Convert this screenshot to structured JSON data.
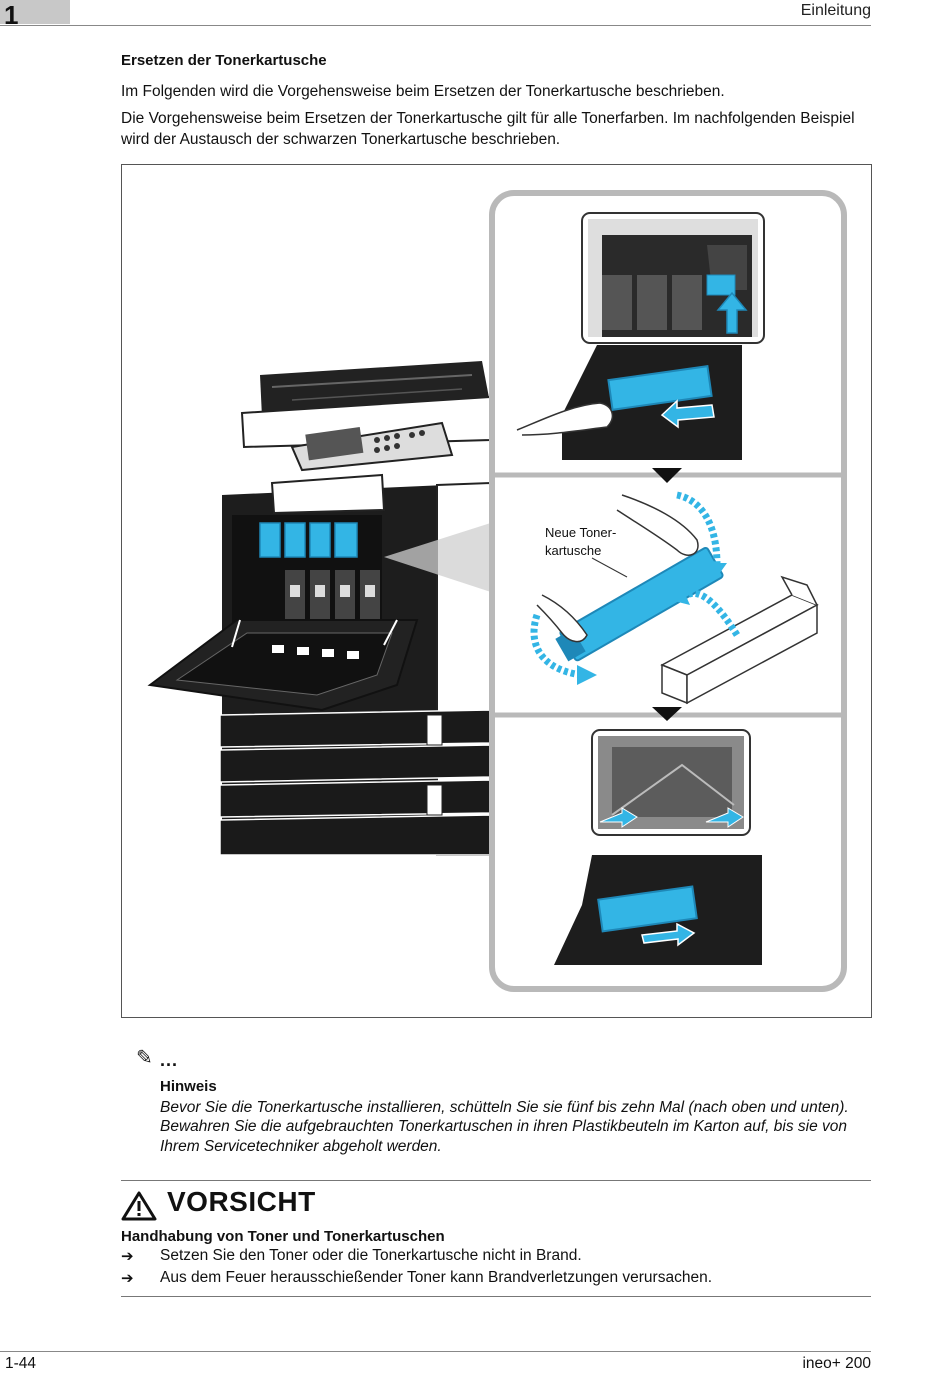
{
  "header": {
    "chapter_number": "1",
    "title": "Einleitung"
  },
  "section": {
    "title": "Ersetzen der Tonerkartusche",
    "paragraphs": [
      "Im Folgenden wird die Vorgehensweise beim Ersetzen der Tonerkartusche beschrieben.",
      "Die Vorgehensweise beim Ersetzen der Tonerkartusche gilt für alle Tonerfarben. Im nachfolgenden Beispiel wird der Austausch der schwarzen Tonerkartusche beschrieben."
    ]
  },
  "figure": {
    "callout_line1": "Neue Toner-",
    "callout_line2": "kartusche",
    "colors": {
      "toner": "#33b5e5",
      "toner_dark": "#1e88b8",
      "machine": "#1e1e1e",
      "frame": "#b9b9b9"
    }
  },
  "hint": {
    "icon": "pencil-icon",
    "dots": "...",
    "title": "Hinweis",
    "lines": [
      "Bevor Sie die Tonerkartusche installieren, schütteln Sie sie fünf bis zehn Mal (nach oben und unten).",
      "Bewahren Sie die aufgebrauchten Tonerkartuschen in ihren Plastikbeuteln im Karton auf, bis sie von Ihrem Servicetechniker abgeholt werden."
    ]
  },
  "caution": {
    "icon": "warning-triangle-icon",
    "title": "VORSICHT",
    "subtitle": "Handhabung von Toner und Tonerkartuschen",
    "bullet_symbol": "➔",
    "items": [
      "Setzen Sie den Toner oder die Tonerkartusche nicht in Brand.",
      "Aus dem Feuer herausschießender Toner kann Brandverletzungen verursachen."
    ]
  },
  "footer": {
    "page": "1-44",
    "product": "ineo+ 200"
  }
}
